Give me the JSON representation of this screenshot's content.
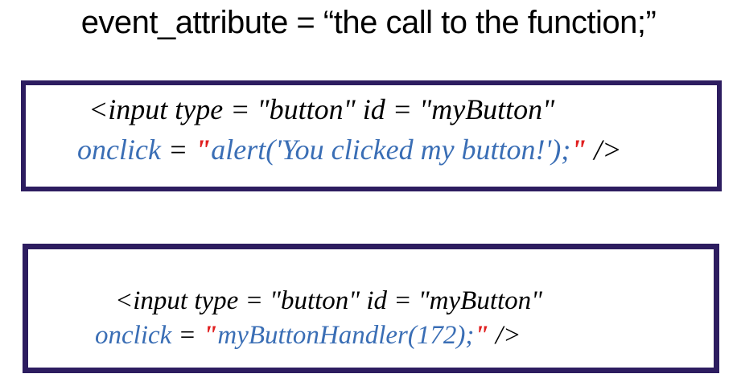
{
  "title": {
    "text": "event_attribute = “the call to the function;”"
  },
  "colors": {
    "box_border": "#2d1d60",
    "code_blue": "#3a6eb5",
    "quote_red": "#e01f1f",
    "text_black": "#000000",
    "background": "#ffffff"
  },
  "snippets": [
    {
      "line1": "<input type = \"button\" id = \"myButton\"",
      "line2": {
        "attr": "onclick",
        "eq": " = ",
        "open_quote": "\"",
        "value": "alert('You clicked my button!');",
        "close_quote": "\"",
        "close_tag": " />"
      }
    },
    {
      "line1": "<input type = \"button\" id = \"myButton\"",
      "line2": {
        "attr": "onclick",
        "eq": " = ",
        "open_quote": "\"",
        "value": "myButtonHandler(172);",
        "close_quote": "\"",
        "close_tag": " />"
      }
    }
  ]
}
